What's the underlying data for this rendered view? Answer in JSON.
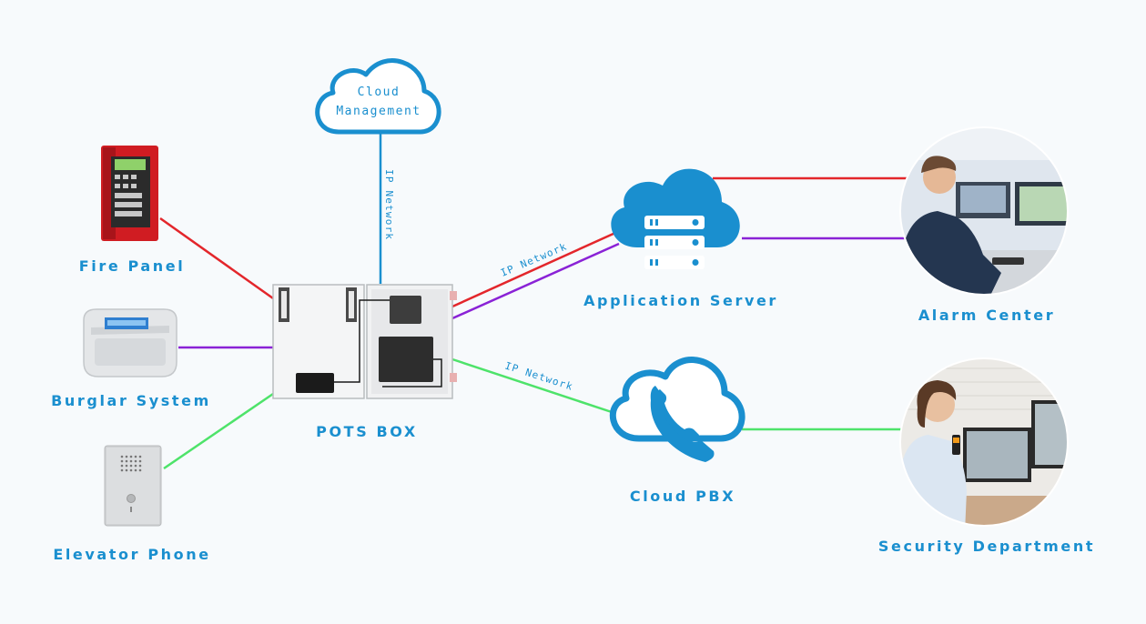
{
  "cloud_management": {
    "line1": "Cloud",
    "line2": "Management"
  },
  "labels": {
    "fire_panel": "Fire Panel",
    "burglar_system": "Burglar System",
    "elevator_phone": "Elevator Phone",
    "pots_box": "POTS BOX",
    "application_server": "Application Server",
    "cloud_pbx": "Cloud PBX",
    "alarm_center": "Alarm Center",
    "security_department": "Security Department"
  },
  "links": {
    "ip_network_vertical": "IP Network",
    "ip_network_server": "IP Network",
    "ip_network_pbx": "IP Network"
  },
  "colors": {
    "accent": "#1a8fcf",
    "fire_link": "#e3262b",
    "burglar_link": "#8a22d6",
    "elevator_link": "#4ee36a"
  }
}
